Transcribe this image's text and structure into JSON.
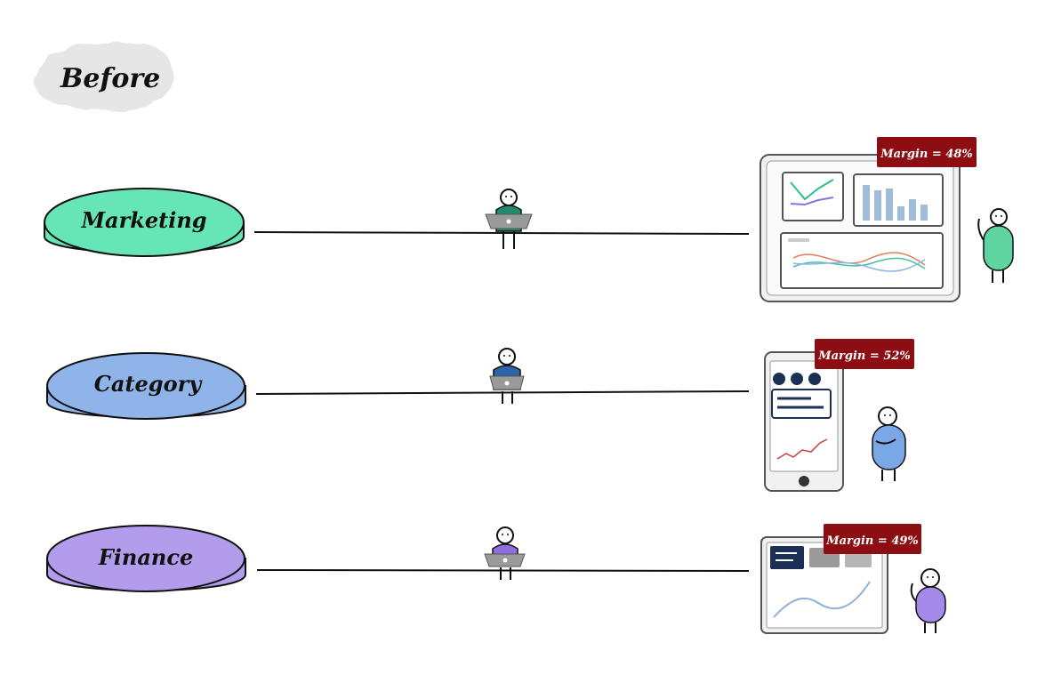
{
  "title": "Before",
  "rows": [
    {
      "team": "Marketing",
      "margin_label": "Margin = 48%",
      "color": "#66e6b6",
      "person_color": "#1f8a6d",
      "figure_color": "#5fd3a0"
    },
    {
      "team": "Category",
      "margin_label": "Margin = 52%",
      "color": "#8fb4ea",
      "person_color": "#2d63a8",
      "figure_color": "#7aa7e6"
    },
    {
      "team": "Finance",
      "margin_label": "Margin = 49%",
      "color": "#b29cec",
      "person_color": "#8f6fe0",
      "figure_color": "#a58be9"
    }
  ],
  "colors": {
    "margin_tag": "#8c0d12",
    "line": "#111111",
    "device_frame": "#f1f1f1"
  }
}
